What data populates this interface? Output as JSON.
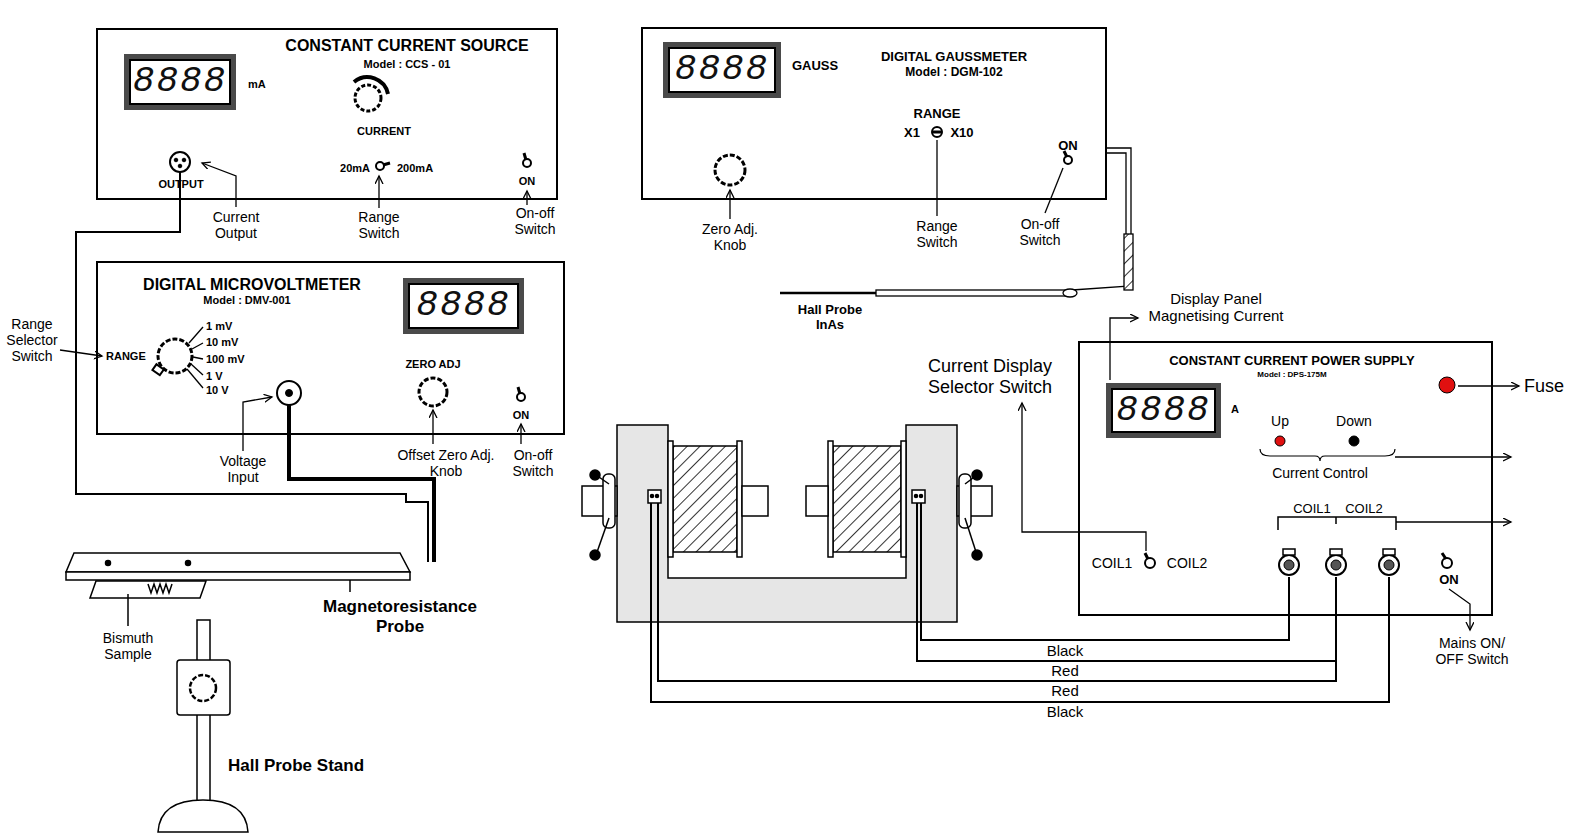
{
  "diagram": {
    "nodes": [
      {
        "text": [
          "CONSTANT CURRENT SOURCE",
          "Model : CCS - 01"
        ]
      },
      {
        "text": [
          "8888"
        ],
        "in": 0
      },
      {
        "text": [
          "DIGITAL MICROVOLTMETER",
          "Model : DMV-001"
        ]
      },
      {
        "text": [
          "8888"
        ],
        "in": 2
      },
      {
        "text": [
          "DIGITAL GAUSSMETER",
          "Model : DGM-102"
        ]
      },
      {
        "text": [
          "8888"
        ],
        "in": 4
      },
      {
        "text": [
          "CONSTANT CURRENT POWER SUPPLY",
          "Model : DPS-175M"
        ]
      },
      {
        "text": [
          "8888"
        ],
        "in": 6
      }
    ],
    "labels": [
      "mA",
      "CURRENT",
      "OUTPUT",
      "20mA",
      "200mA",
      "ON",
      "Current Output",
      "Range Switch",
      "On-off Switch",
      "1 mV",
      "10 mV",
      "100 mV",
      "1 V",
      "10 V",
      "RANGE",
      "ZERO ADJ",
      "ON",
      "Range Selector Switch",
      "Voltage Input",
      "Offset Zero Adj. Knob",
      "On-off Switch",
      "Bismuth Sample",
      "Magnetoresistance Probe",
      "Hall Probe Stand",
      "GAUSS",
      "RANGE",
      "X1",
      "X10",
      "ON",
      "Zero Adj. Knob",
      "Range Switch",
      "On-off Switch",
      "Hall Probe InAs",
      "Display Panel Magnetising Current",
      "Current Display Selector Switch",
      "A",
      "Fuse",
      "Up",
      "Down",
      "Current Control",
      "COIL1",
      "COIL2",
      "COIL1",
      "COIL2",
      "ON",
      "Mains ON/ OFF Switch",
      "Black",
      "Red",
      "Red",
      "Black"
    ]
  }
}
